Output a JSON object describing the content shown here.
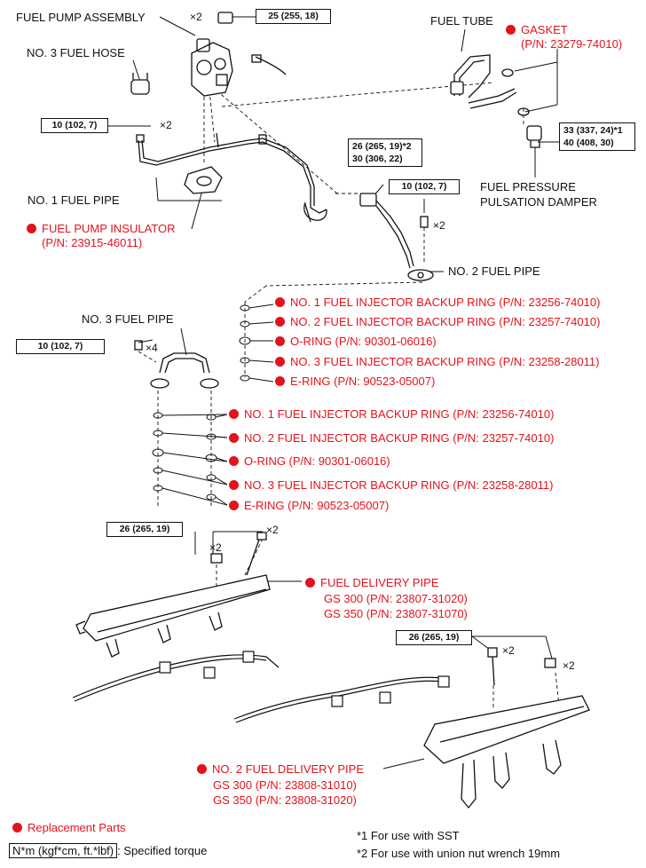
{
  "labels": {
    "fuel_pump_assembly": "FUEL PUMP ASSEMBLY",
    "no3_fuel_hose": "NO. 3 FUEL HOSE",
    "no1_fuel_pipe": "NO. 1 FUEL PIPE",
    "fuel_pump_insulator": "FUEL PUMP INSULATOR",
    "fuel_pump_insulator_pn": "(P/N: 23915-46011)",
    "fuel_tube": "FUEL TUBE",
    "gasket": "GASKET",
    "gasket_pn": "(P/N: 23279-74010)",
    "fuel_pressure_damper_1": "FUEL PRESSURE",
    "fuel_pressure_damper_2": "PULSATION DAMPER",
    "no2_fuel_pipe": "NO. 2 FUEL PIPE",
    "no3_fuel_pipe": "NO. 3 FUEL PIPE",
    "fuel_delivery_pipe": "FUEL DELIVERY PIPE",
    "fuel_delivery_gs300": "GS 300 (P/N: 23807-31020)",
    "fuel_delivery_gs350": "GS 350 (P/N: 23807-31070)",
    "no2_fuel_delivery_pipe": "NO. 2 FUEL DELIVERY PIPE",
    "no2_fuel_delivery_gs300": "GS 300 (P/N: 23808-31010)",
    "no2_fuel_delivery_gs350": "GS 350 (P/N: 23808-31020)"
  },
  "ring_group_upper": [
    "NO. 1 FUEL INJECTOR BACKUP RING (P/N: 23256-74010)",
    "NO. 2 FUEL INJECTOR BACKUP RING (P/N: 23257-74010)",
    "O-RING (P/N: 90301-06016)",
    "NO. 3 FUEL INJECTOR BACKUP RING (P/N: 23258-28011)",
    "E-RING (P/N: 90523-05007)"
  ],
  "ring_group_lower": [
    "NO. 1 FUEL INJECTOR BACKUP RING (P/N: 23256-74010)",
    "NO. 2 FUEL INJECTOR BACKUP RING (P/N: 23257-74010)",
    "O-RING (P/N: 90301-06016)",
    "NO. 3 FUEL INJECTOR BACKUP RING (P/N: 23258-28011)",
    "E-RING (P/N: 90523-05007)"
  ],
  "torques": {
    "pump_nut": "25 (255, 18)",
    "no1_pipe_bolt": "10 (102, 7)",
    "no2_pipe_union_a": "26 (265, 19)*2",
    "no2_pipe_union_b": "30 (306, 22)",
    "no2_pipe_bolt": "10 (102, 7)",
    "damper_a": "33 (337, 24)*1",
    "damper_b": "40 (408, 30)",
    "no3_pipe_bolt": "10 (102, 7)",
    "delivery_pipe": "26 (265, 19)",
    "no2_delivery_pipe": "26 (265, 19)"
  },
  "quantities": {
    "x2": "×2",
    "x4": "×4"
  },
  "legend": {
    "replacement": "Replacement Parts",
    "torque_box": "N*m (kgf*cm, ft.*lbf)",
    "torque_text": ": Specified torque",
    "note1": "*1 For use with SST",
    "note2": "*2 For use with union nut wrench 19mm"
  },
  "colors": {
    "replacement_red": "#e4121b"
  }
}
